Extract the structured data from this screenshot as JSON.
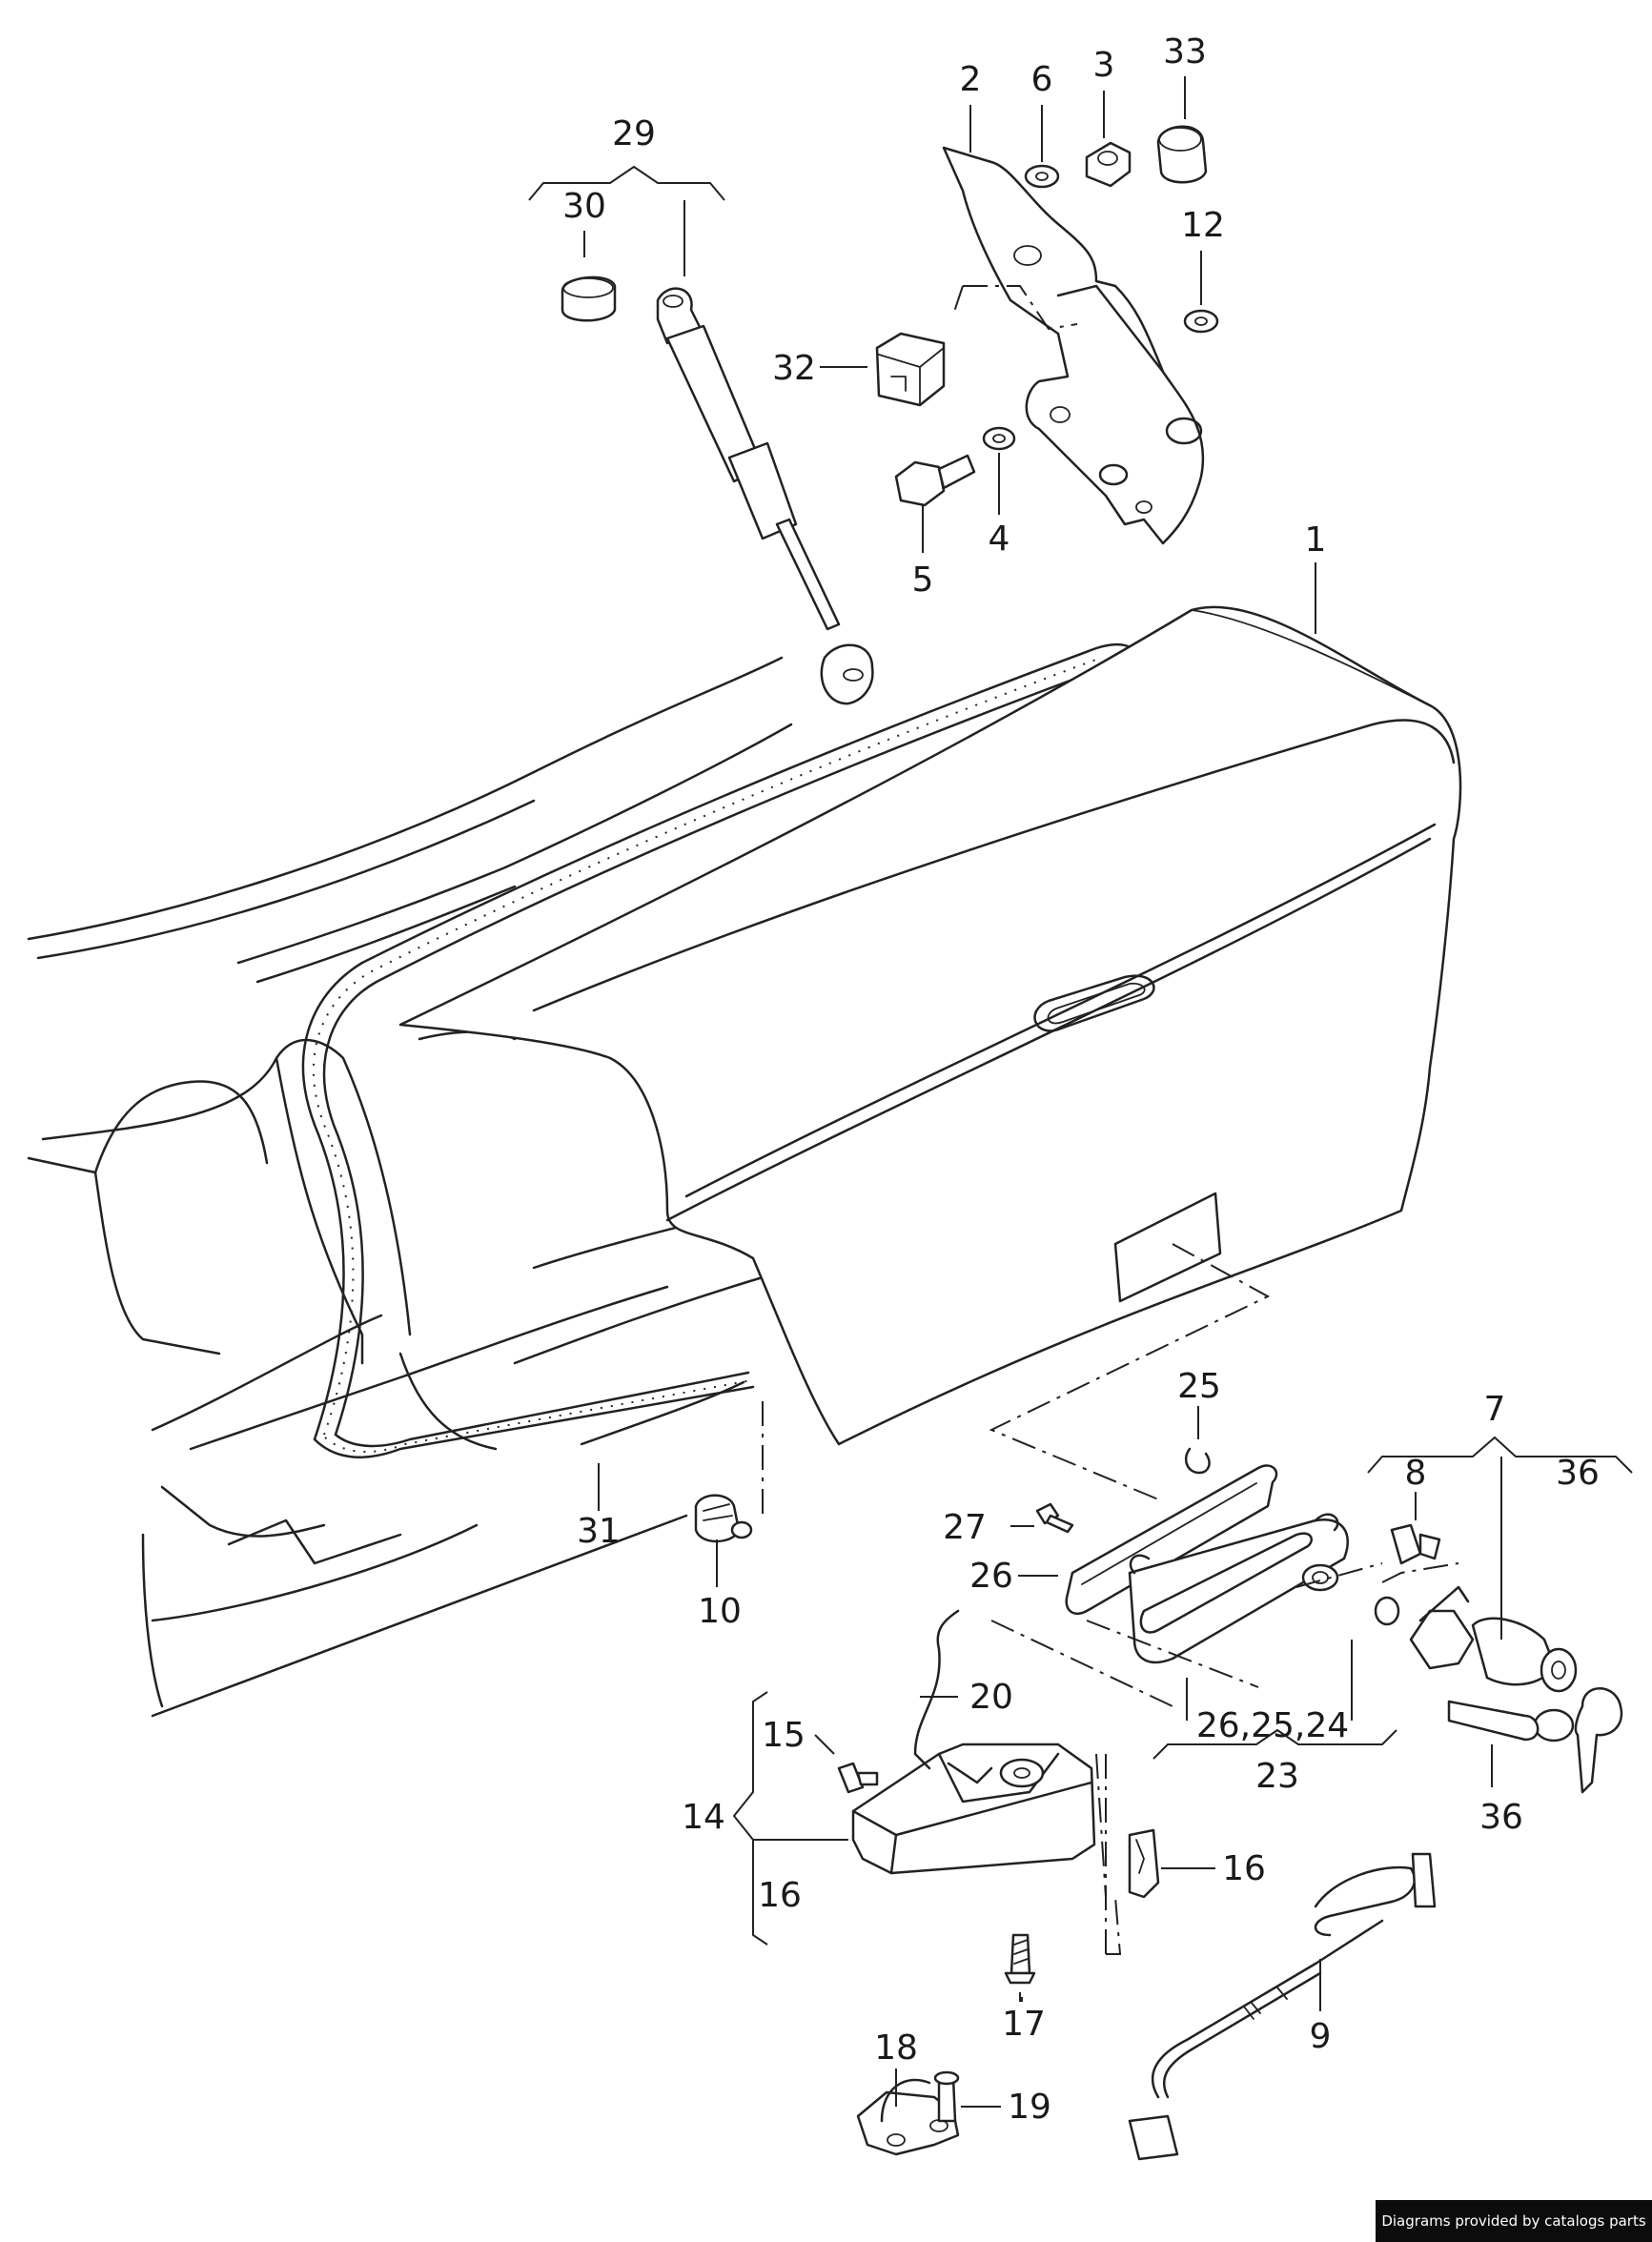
{
  "diagram": {
    "labels": {
      "l1": "1",
      "l2": "2",
      "l3": "3",
      "l4": "4",
      "l5": "5",
      "l6": "6",
      "l7": "7",
      "l8": "8",
      "l9": "9",
      "l10": "10",
      "l12": "12",
      "l14": "14",
      "l15": "15",
      "l16a": "16",
      "l16b": "16",
      "l17": "17",
      "l18": "18",
      "l19": "19",
      "l20": "20",
      "l23": "23",
      "l25": "25",
      "l26": "26",
      "l262524": "26,25,24",
      "l27": "27",
      "l29": "29",
      "l30": "30",
      "l31": "31",
      "l32": "32",
      "l33": "33",
      "l36a": "36",
      "l36b": "36"
    }
  },
  "credit": "Diagrams provided by catalogs parts"
}
